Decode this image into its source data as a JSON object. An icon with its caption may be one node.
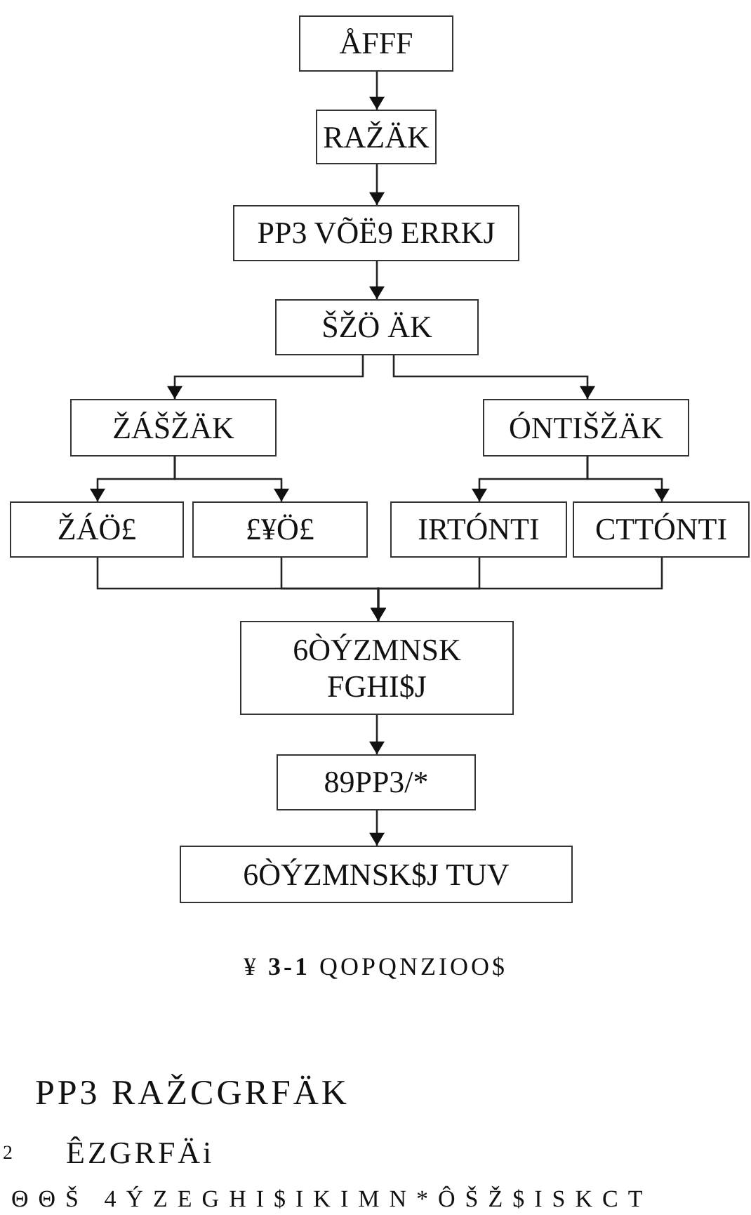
{
  "diagram": {
    "caption": "¥ **3-1** QOPQNZIOO$",
    "nodes": [
      {
        "text": [
          "ÅFFF"
        ]
      },
      {
        "text": [
          "RAŽÄK"
        ]
      },
      {
        "text": [
          "PP3 VÕË9 ERRKJ"
        ]
      },
      {
        "text": [
          "ŠŽÖ ÄK"
        ]
      },
      {
        "text": [
          "ŽÁŠŽÄK"
        ]
      },
      {
        "text": [
          "ÓNTIŠŽÄK"
        ]
      },
      {
        "text": [
          "ŽÁÖ£"
        ]
      },
      {
        "text": [
          "£¥Ö£"
        ]
      },
      {
        "text": [
          "IRTÓNTI"
        ]
      },
      {
        "text": [
          "CTTÓNTI"
        ]
      },
      {
        "text": [
          "6ÒÝZMNSK FGHI$J"
        ]
      },
      {
        "text": [
          "89PP3/*"
        ]
      },
      {
        "text": [
          "6ÒÝZMNSK$J TUV"
        ]
      }
    ],
    "edges": [
      {
        "from": 0,
        "to": 1,
        "arrow": "to"
      },
      {
        "from": 1,
        "to": 2,
        "arrow": "to"
      },
      {
        "from": 2,
        "to": 3,
        "arrow": "to"
      },
      {
        "from": 3,
        "to": 4,
        "arrow": "to"
      },
      {
        "from": 3,
        "to": 5,
        "arrow": "to"
      },
      {
        "from": 4,
        "to": 6,
        "arrow": "to"
      },
      {
        "from": 4,
        "to": 7,
        "arrow": "to"
      },
      {
        "from": 5,
        "to": 8,
        "arrow": "to"
      },
      {
        "from": 5,
        "to": 9,
        "arrow": "to"
      },
      {
        "from": 6,
        "to": 10,
        "arrow": "to"
      },
      {
        "from": 7,
        "to": 10,
        "arrow": "to"
      },
      {
        "from": 8,
        "to": 10,
        "arrow": "to"
      },
      {
        "from": 9,
        "to": 10,
        "arrow": "to"
      },
      {
        "from": 10,
        "to": 11,
        "arrow": "to"
      },
      {
        "from": 11,
        "to": 12,
        "arrow": "to"
      }
    ],
    "labels": [
      "PP3 RAŽCGRFÄK",
      "2",
      "ÊZGRFÄi",
      "ΘΘŠ 4ÝZEGHI$IKIMN*ÔŠŽ$ISKCT"
    ]
  }
}
